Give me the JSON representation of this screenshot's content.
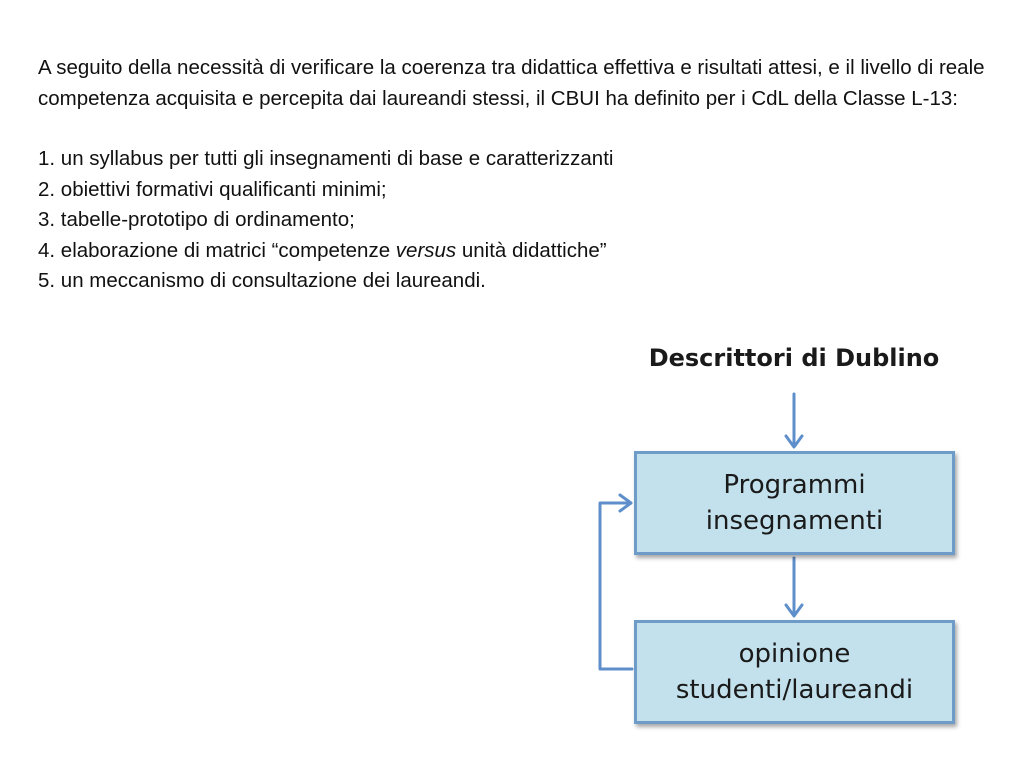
{
  "slide": {
    "intro": "A seguito della necessità di verificare la coerenza tra didattica effettiva e risultati attesi, e il livello di reale competenza acquisita e percepita dai laureandi stessi, il CBUI ha definito per i CdL della Classe L-13:",
    "items": [
      {
        "text": "1. un syllabus per tutti gli insegnamenti di base e caratterizzanti"
      },
      {
        "text": "2. obiettivi formativi qualificanti minimi;"
      },
      {
        "text": "3. tabelle-prototipo di ordinamento;"
      },
      {
        "before": "4. elaborazione di matrici “competenze ",
        "italic": "versus",
        "after": " unità didattiche”"
      },
      {
        "text": "5. un meccanismo di consultazione dei laureandi."
      }
    ]
  },
  "diagram": {
    "title": "Descrittori di Dublino",
    "box_programmi": {
      "line1": "Programmi",
      "line2": "insegnamenti"
    },
    "box_opinione": {
      "line1": "opinione",
      "line2": "studenti/laureandi"
    },
    "colors": {
      "box_fill": "#c2e1ec",
      "box_border": "#6f9bc9",
      "arrow": "#5f8fca"
    }
  }
}
